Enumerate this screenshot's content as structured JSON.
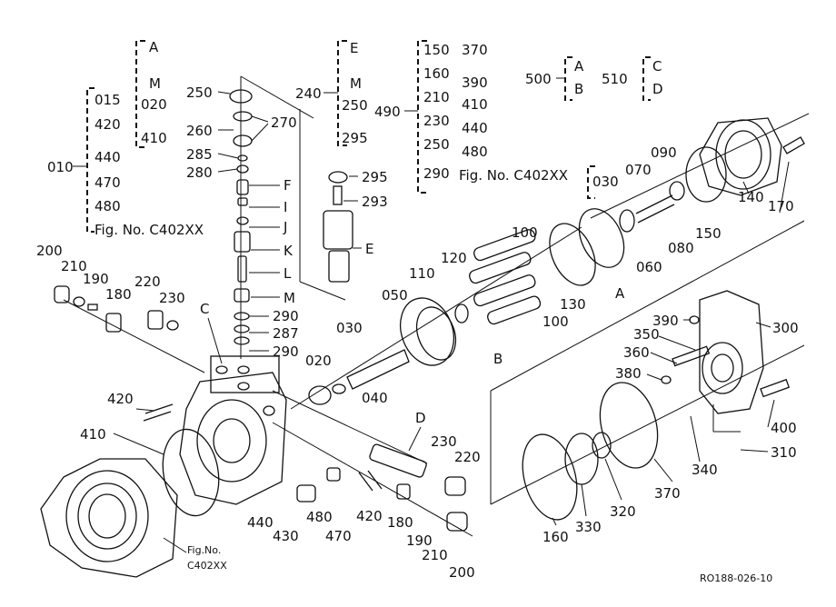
{
  "labels": {
    "l010": "010",
    "l015": "015",
    "l420a": "420",
    "l440a": "440",
    "l470a": "470",
    "l480a": "480",
    "figNo1": "Fig. No. C402XX",
    "lA1": "A",
    "lM1": "M",
    "l020a": "020",
    "l410a": "410",
    "l250a": "250",
    "l260": "260",
    "l270": "270",
    "l285": "285",
    "l280": "280",
    "lF": "F",
    "lI": "I",
    "lJ": "J",
    "lK": "K",
    "lL": "L",
    "lM2": "M",
    "l290a": "290",
    "l287": "287",
    "l290b": "290",
    "l240": "240",
    "lE1": "E",
    "lM3": "M",
    "l250b": "250",
    "l295a": "295",
    "l295b": "295",
    "l293": "293",
    "lE2": "E",
    "l490": "490",
    "l150a": "150",
    "l160a": "160",
    "l210a": "210",
    "l230a": "230",
    "l250c": "250",
    "l290c": "290",
    "l370a": "370",
    "l390a": "390",
    "l410b": "410",
    "l440b": "440",
    "l480b": "480",
    "figNo2": "Fig. No. C402XX",
    "l500": "500",
    "lA2": "A",
    "lB2": "B",
    "l510": "510",
    "lC2": "C",
    "lD2": "D",
    "l030a": "030",
    "l070": "070",
    "l090": "090",
    "l140": "140",
    "l150b": "150",
    "l170": "170",
    "l080": "080",
    "l060": "060",
    "lA3": "A",
    "l130": "130",
    "l100a": "100",
    "l100b": "100",
    "l120": "120",
    "l110": "110",
    "l050": "050",
    "lB3": "B",
    "l030b": "030",
    "l020b": "020",
    "l040": "040",
    "l200a": "200",
    "l210b": "210",
    "l190a": "190",
    "l180a": "180",
    "l220a": "220",
    "l230b": "230",
    "lC": "C",
    "l420b": "420",
    "l410c": "410",
    "figNo3a": "Fig.No.",
    "figNo3b": "C402XX",
    "lD": "D",
    "l230c": "230",
    "l220b": "220",
    "l440c": "440",
    "l430": "430",
    "l480c": "480",
    "l470b": "470",
    "l420c": "420",
    "l180b": "180",
    "l190b": "190",
    "l210c": "210",
    "l200b": "200",
    "l390b": "390",
    "l300": "300",
    "l350": "350",
    "l360": "360",
    "l380": "380",
    "l400": "400",
    "l310": "310",
    "l340": "340",
    "l370b": "370",
    "l320": "320",
    "l330": "330",
    "l160b": "160",
    "ref": "RO188-026-10"
  }
}
